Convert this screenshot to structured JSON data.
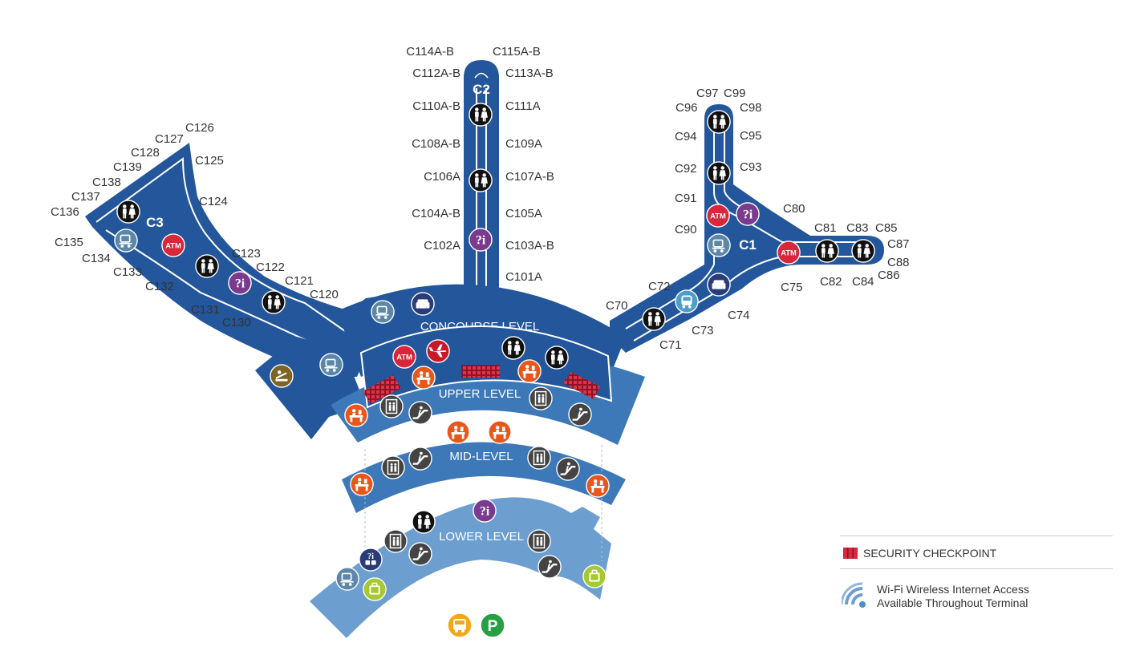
{
  "concourses": {
    "c1": "C1",
    "c2": "C2",
    "c3": "C3"
  },
  "levels": {
    "concourse": "CONCOURSE LEVEL",
    "upper": "UPPER LEVEL",
    "mid": "MID-LEVEL",
    "lower": "LOWER LEVEL"
  },
  "gates": {
    "c2": [
      "C114A-B",
      "C115A-B",
      "C112A-B",
      "C113A-B",
      "C110A-B",
      "C111A",
      "C108A-B",
      "C109A",
      "C106A",
      "C107A-B",
      "C104A-B",
      "C105A",
      "C102A",
      "C103A-B",
      "C101A"
    ],
    "c3": [
      "C126",
      "C127",
      "C128",
      "C125",
      "C139",
      "C138",
      "C137",
      "C136",
      "C124",
      "C135",
      "C134",
      "C133",
      "C123",
      "C122",
      "C132",
      "C121",
      "C120",
      "C131",
      "C130"
    ],
    "c1": [
      "C97",
      "C99",
      "C96",
      "C98",
      "C94",
      "C95",
      "C92",
      "C93",
      "C91",
      "C80",
      "C90",
      "C81",
      "C83",
      "C85",
      "C87",
      "C88",
      "C86",
      "C82",
      "C84",
      "C75",
      "C72",
      "C70",
      "C74",
      "C73",
      "C71"
    ]
  },
  "icons": {
    "atm_label": "ATM",
    "info_label": "?i",
    "parking_label": "P",
    "names": [
      "restroom-icon",
      "atm-icon",
      "information-icon",
      "baggage-cart-icon",
      "lounge-icon",
      "shuttle-icon",
      "departures-plane-icon",
      "ticket-counter-icon",
      "elevator-icon",
      "escalator-icon",
      "baggage-claim-icon",
      "bus-icon",
      "parking-icon",
      "wifi-icon",
      "security-checkpoint-icon"
    ]
  },
  "colors": {
    "concourse": "#23569a",
    "mid": "#3d78b8",
    "light": "#6c9ed0",
    "security": "#d8263a",
    "atm": "#d8263a",
    "info": "#7a3b8f",
    "ticket": "#e8561a",
    "baggage": "#a6c832",
    "bus": "#f2a818",
    "parking": "#27a044"
  },
  "legend": {
    "security": "SECURITY CHECKPOINT",
    "wifi_line1": "Wi-Fi Wireless Internet Access",
    "wifi_line2": "Available Throughout Terminal"
  }
}
